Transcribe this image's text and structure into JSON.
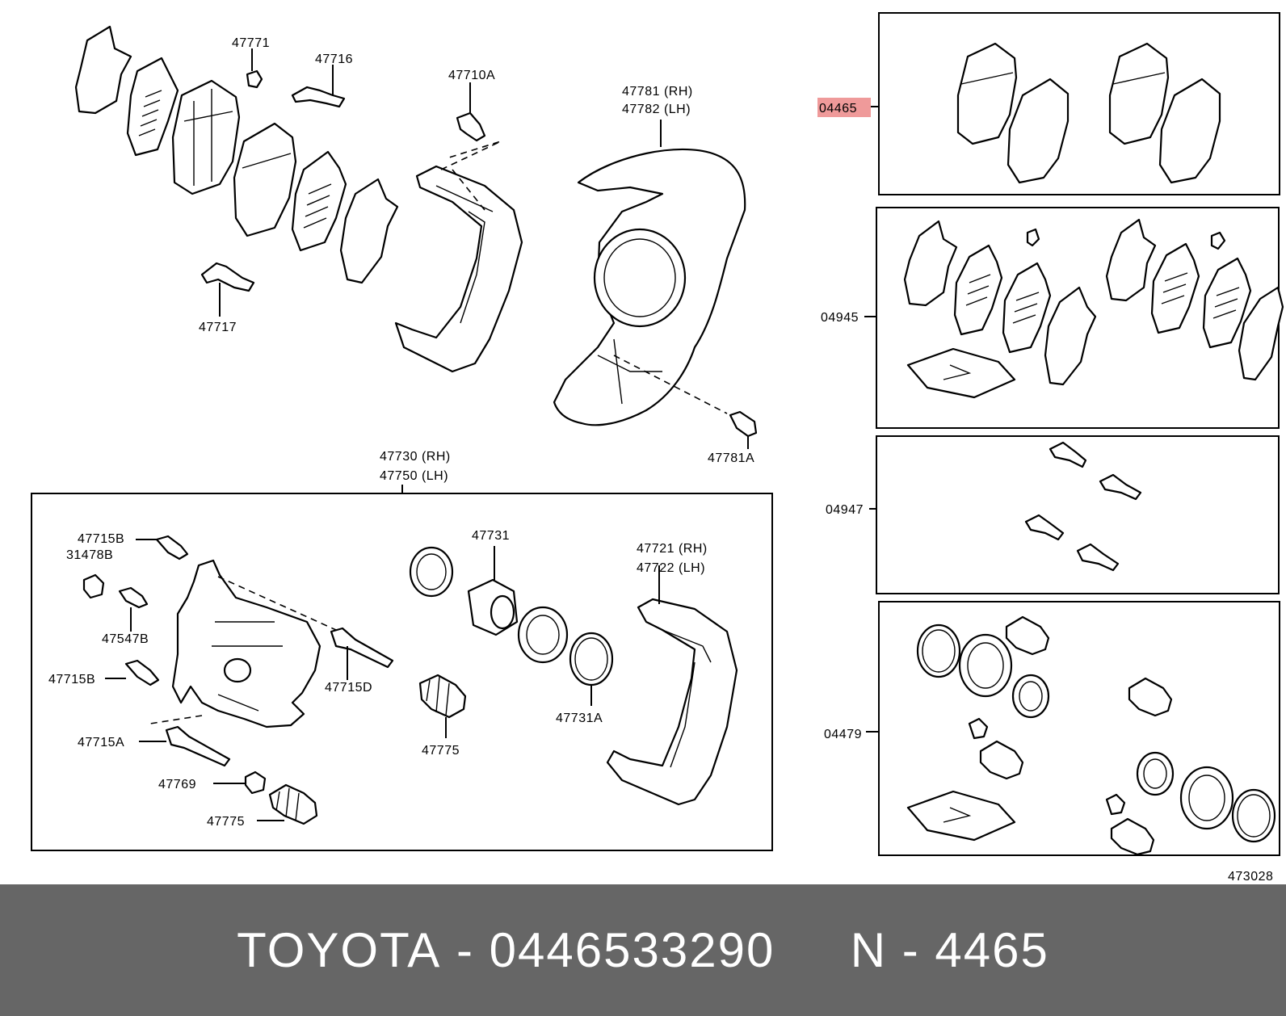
{
  "labels": {
    "l47771": "47771",
    "l47716": "47716",
    "l47710A": "47710A",
    "l47781RH": "47781 (RH)",
    "l47782LH": "47782 (LH)",
    "l04465": "04465",
    "l47717": "47717",
    "l04945": "04945",
    "l47781A": "47781A",
    "l47730RH": "47730 (RH)",
    "l47750LH": "47750 (LH)",
    "l04947": "04947",
    "l47715B_1": "47715B",
    "l31478B": "31478B",
    "l47731": "47731",
    "l47721RH": "47721 (RH)",
    "l47722LH": "47722 (LH)",
    "l47547B": "47547B",
    "l47715B_2": "47715B",
    "l47715D": "47715D",
    "l47731A": "47731A",
    "l04479": "04479",
    "l47775_1": "47775",
    "l47715A": "47715A",
    "l47769": "47769",
    "l47775_2": "47775",
    "l473028": "473028"
  },
  "highlight_color": "#ef9a9a",
  "footer": {
    "brand": "TOYOTA",
    "separator": " - ",
    "part_number": "0446533290",
    "gap": "     ",
    "code_prefix": "N - ",
    "code": "4465"
  }
}
